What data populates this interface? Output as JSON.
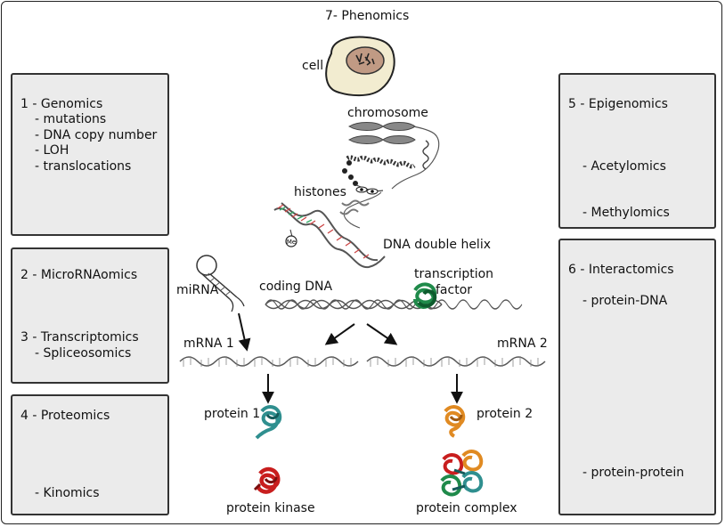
{
  "title": "7- Phenomics",
  "boxes": {
    "genomics": {
      "title": "1 - Genomics",
      "items": [
        "- mutations",
        "- DNA copy number",
        "- LOH",
        "- translocations"
      ]
    },
    "microrna": {
      "title": "2 - MicroRNAomics"
    },
    "transcriptomics": {
      "title": "3 - Transcriptomics",
      "items": [
        "Spliceosomics"
      ]
    },
    "proteomics": {
      "title": "4 - Proteomics",
      "items": [
        "- Kinomics"
      ]
    },
    "epigenomics": {
      "title": "5 - Epigenomics",
      "items": [
        "- Acetylomics",
        "- Methylomics"
      ]
    },
    "interactomics": {
      "title": "6 - Interactomics",
      "items": [
        "- protein-DNA",
        "- protein-protein"
      ]
    }
  },
  "labels": {
    "cell": "cell",
    "chromosome": "chromosome",
    "histones": "histones",
    "dna_double_helix": "DNA double helix",
    "mirna": "miRNA",
    "coding_dna": "coding DNA",
    "transcription_factor_1": "transcription",
    "transcription_factor_2": "factor",
    "mrna1": "mRNA 1",
    "mrna2": "mRNA 2",
    "protein1": "protein 1",
    "protein2": "protein 2",
    "protein_kinase": "protein kinase",
    "protein_complex": "protein complex",
    "methyl_mark": "Me"
  },
  "colors": {
    "cell_fill": "#f2ecd0",
    "nucleus_fill": "#c09a84",
    "chromosome": "#888888",
    "dna": "#666666",
    "transcription_factor": "#1f8a4a",
    "protein1": "#2f8f8f",
    "protein2": "#e08a22",
    "kinase": "#c81e1e",
    "box_fill": "#ebebeb"
  }
}
